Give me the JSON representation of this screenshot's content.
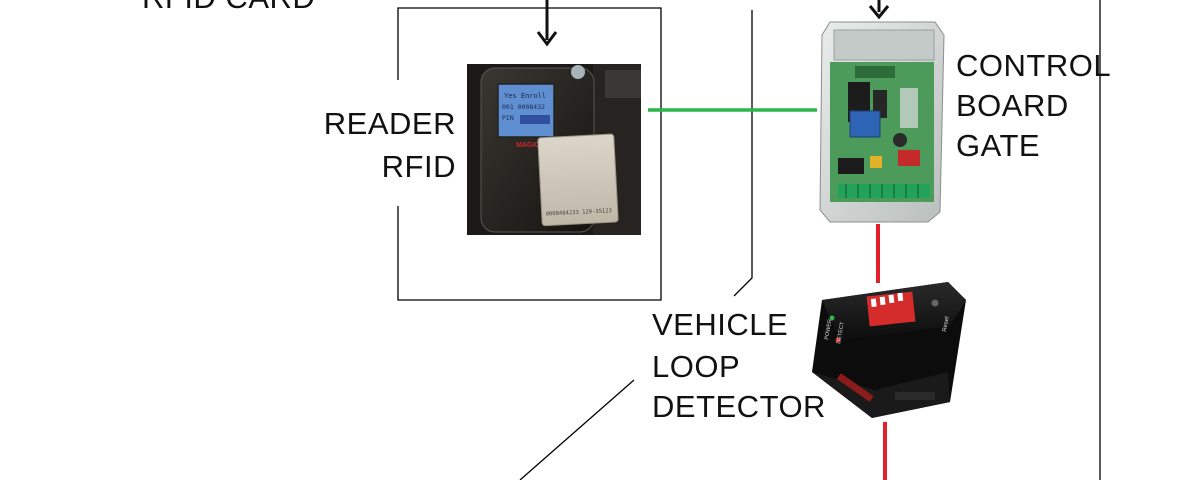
{
  "colors": {
    "background": "#ffffff",
    "frame": "#000000",
    "wire_green": "#2fb34a",
    "wire_red": "#e0202a",
    "arrow": "#111111"
  },
  "labels": {
    "rfid_card": "RFID CARD",
    "reader_line1": "READER",
    "reader_line2": "RFID",
    "control_line1": "CONTROL",
    "control_line2": "BOARD",
    "control_line3": "GATE",
    "vehicle_line1": "VEHICLE",
    "vehicle_line2": "LOOP",
    "vehicle_line3": "DETECTOR"
  },
  "device_text": {
    "reader_brand": "MAGIC",
    "reader_screen": [
      "Yes Enroll",
      "001 0008432",
      "PIN"
    ],
    "card_number": "0008484233 129-35123",
    "detector_left": [
      "POWER",
      "DETECT"
    ],
    "detector_right": "Reset"
  },
  "icons": [
    "down-arrow-icon",
    "down-arrow-icon"
  ]
}
